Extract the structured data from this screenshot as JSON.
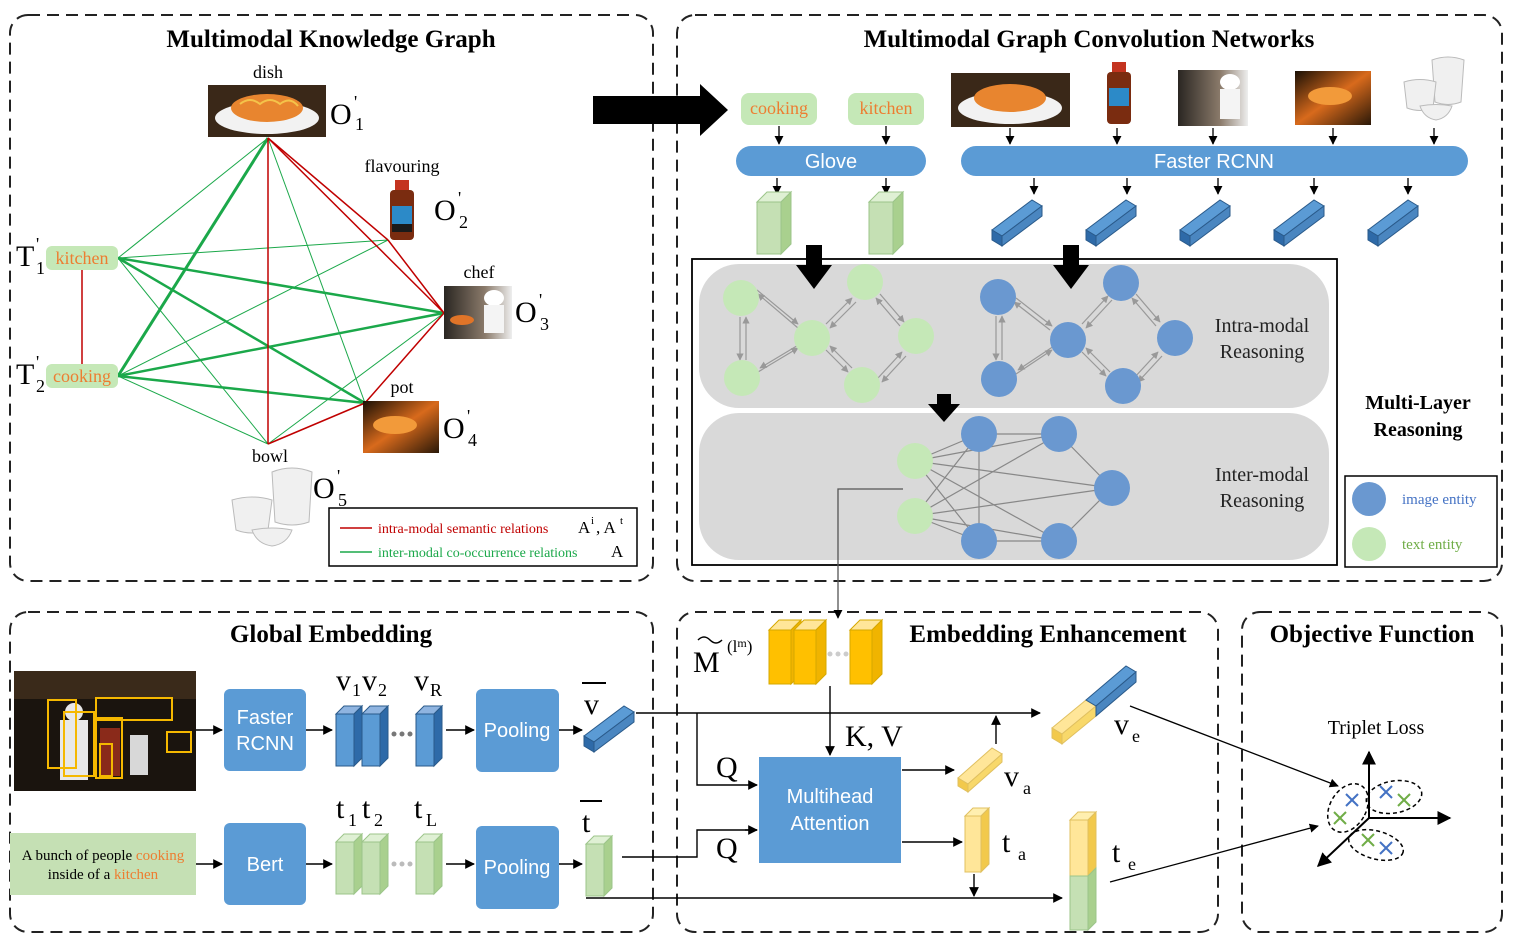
{
  "panels": {
    "mkg": "Multimodal Knowledge Graph",
    "mgcn": "Multimodal Graph Convolution Networks",
    "global": "Global Embedding",
    "enh": "Embedding Enhancement",
    "obj": "Objective Function"
  },
  "mkg": {
    "dish": "dish",
    "flavouring": "flavouring",
    "chef": "chef",
    "pot": "pot",
    "bowl": "bowl",
    "kitchen": "kitchen",
    "cooking": "cooking",
    "O1": "O",
    "O1_sub": "1",
    "O1_sup": "'",
    "O2": "O",
    "O2_sub": "2",
    "O2_sup": "'",
    "O3": "O",
    "O3_sub": "3",
    "O3_sup": "'",
    "O4": "O",
    "O4_sub": "4",
    "O4_sup": "'",
    "O5": "O",
    "O5_sub": "5",
    "O5_sup": "'",
    "T1": "T",
    "T1_sub": "1",
    "T1_sup": "'",
    "T2": "T",
    "T2_sub": "2",
    "T2_sup": "'",
    "legend_intra": "intra-modal semantic relations",
    "legend_intra_sym": "A",
    "legend_intra_sup1": "i",
    "legend_intra_sym2": ", A",
    "legend_intra_sup2": "t",
    "legend_inter": "inter-modal co-occurrence relations",
    "legend_inter_sym": "A"
  },
  "mgcn": {
    "cooking": "cooking",
    "kitchen": "kitchen",
    "glove": "Glove",
    "faster_rcnn": "Faster RCNN",
    "intra1": "Intra-modal",
    "intra2": "Reasoning",
    "inter1": "Inter-modal",
    "inter2": "Reasoning",
    "multi1": "Multi-Layer",
    "multi2": "Reasoning",
    "legend_img": "image entity",
    "legend_txt": "text entity"
  },
  "global": {
    "faster1": "Faster",
    "faster2": "RCNN",
    "bert": "Bert",
    "pooling": "Pooling",
    "caption_a": "A bunch of people ",
    "caption_b": "cooking",
    "caption_c": "inside of a ",
    "caption_d": "kitchen",
    "v1": "v",
    "v1_sub": "1",
    "v2": "v",
    "v2_sub": "2",
    "vR": "v",
    "vR_sub": "R",
    "t1": "t",
    "t1_sub": "1",
    "t2": "t",
    "t2_sub": "2",
    "tL": "t",
    "tL_sub": "L",
    "vbar": "v",
    "tbar": "t"
  },
  "enh": {
    "M": "M",
    "M_sup": "(l",
    "M_sup2": "m",
    "M_sup3": ")",
    "kv": "K, V",
    "q1": "Q",
    "q2": "Q",
    "mha1": "Multihead",
    "mha2": "Attention",
    "va": "v",
    "va_sub": "a",
    "ta": "t",
    "ta_sub": "a",
    "ve": "v",
    "ve_sub": "e",
    "te": "t",
    "te_sub": "e"
  },
  "obj": {
    "triplet": "Triplet Loss"
  },
  "colors": {
    "green_edge": "#1BA84A",
    "red_edge": "#C00000",
    "blue_box": "#5B9BD5",
    "blue_node": "#6A98D0",
    "green_node": "#C5E8B7",
    "text_orange": "#ED7D31",
    "yellow_vec": "#FFD966",
    "green_vec": "#C5E0B4"
  }
}
